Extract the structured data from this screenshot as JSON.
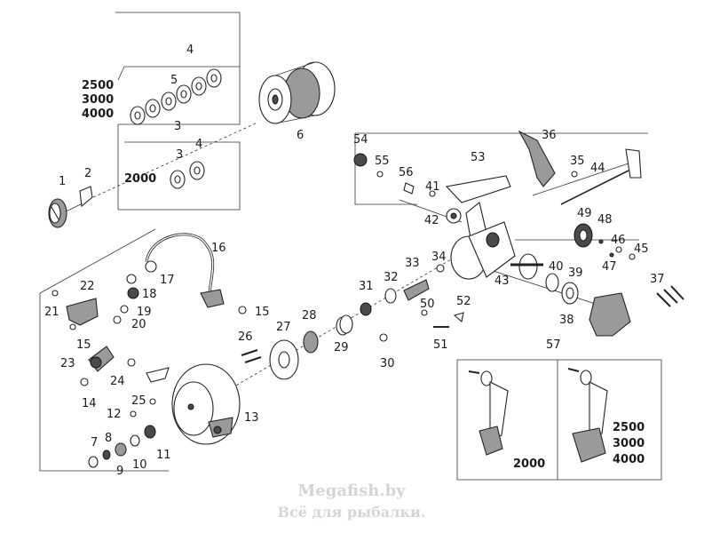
{
  "diagram": {
    "part_numbers": [
      "1",
      "2",
      "3",
      "4",
      "5",
      "6",
      "3",
      "4",
      "7",
      "8",
      "9",
      "10",
      "11",
      "12",
      "13",
      "14",
      "15",
      "15",
      "16",
      "17",
      "18",
      "19",
      "20",
      "21",
      "22",
      "23",
      "24",
      "25",
      "26",
      "27",
      "28",
      "29",
      "30",
      "31",
      "32",
      "33",
      "34",
      "35",
      "36",
      "37",
      "38",
      "39",
      "40",
      "41",
      "42",
      "43",
      "44",
      "45",
      "46",
      "47",
      "48",
      "49",
      "50",
      "51",
      "52",
      "53",
      "54",
      "55",
      "56",
      "57"
    ],
    "size_labels": {
      "spool_group_large": [
        "2500",
        "3000",
        "4000"
      ],
      "spool_group_small": [
        "2000"
      ],
      "handle_small": [
        "2000"
      ],
      "handle_large": [
        "2500",
        "3000",
        "4000"
      ]
    }
  },
  "watermark": {
    "line1": "Megafish.by",
    "line2": "Всё для рыбалки."
  }
}
